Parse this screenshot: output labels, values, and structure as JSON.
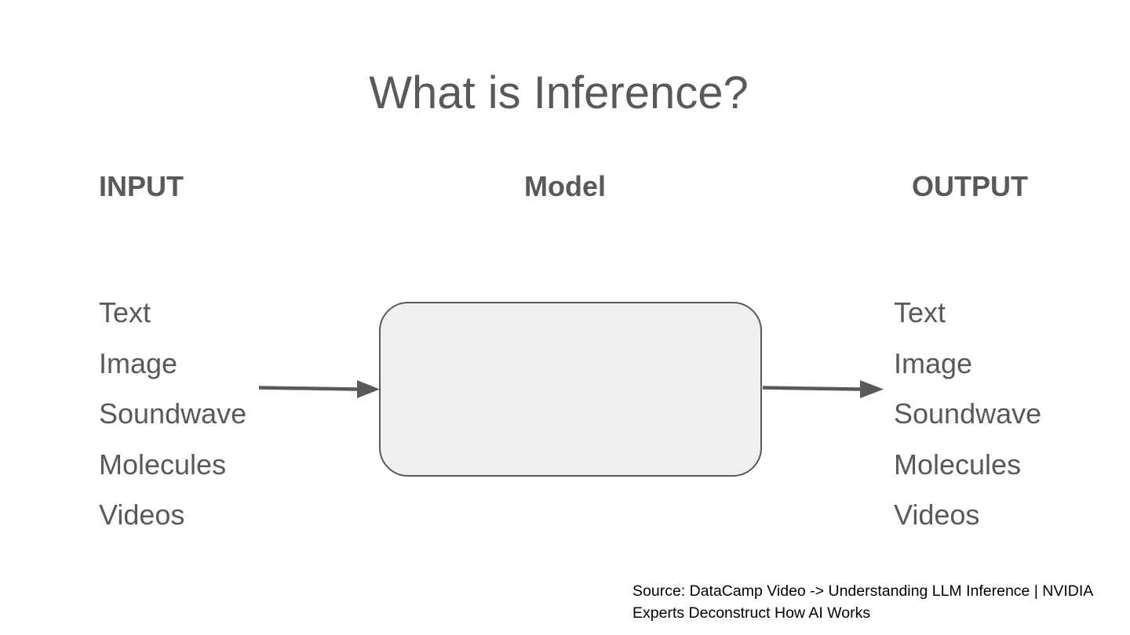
{
  "slide": {
    "title": "What is Inference?"
  },
  "columns": {
    "input_header": "INPUT",
    "model_header": "Model",
    "output_header": "OUTPUT"
  },
  "input_items": [
    "Text",
    "Image",
    "Soundwave",
    "Molecules",
    "Videos"
  ],
  "output_items": [
    "Text",
    "Image",
    "Soundwave",
    "Molecules",
    "Videos"
  ],
  "source": {
    "text": "Source: DataCamp Video -> Understanding LLM Inference | NVIDIA Experts Deconstruct How AI Works"
  },
  "colors": {
    "text": "#595959",
    "model_box_fill": "#efefef",
    "model_box_stroke": "#595959",
    "arrow": "#595959"
  }
}
